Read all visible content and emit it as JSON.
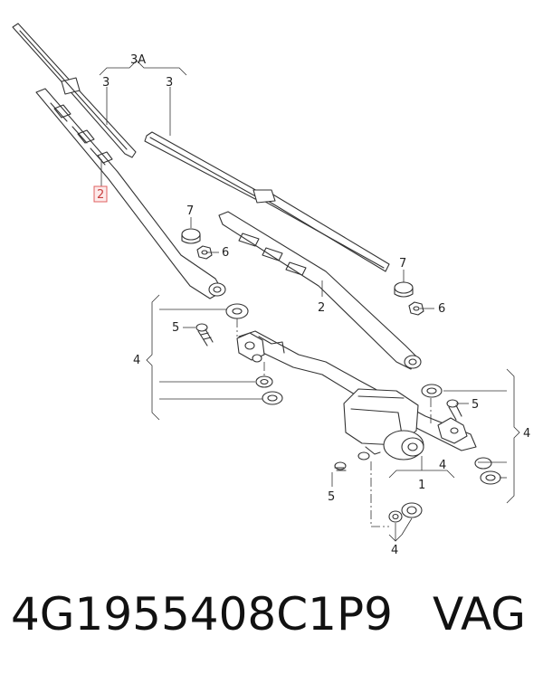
{
  "labels": {
    "group_3a": "3A",
    "blade_left": "3",
    "blade_right": "3",
    "arm_left": "2",
    "arm_right": "2",
    "cap_left": "7",
    "cap_right": "7",
    "nut_left": "6",
    "nut_right": "6",
    "bolt_left": "5",
    "bolt_right": "5",
    "bolt_bottom": "5",
    "bracket_left": "4",
    "bracket_right": "4",
    "bracket_center": "4",
    "bracket_bottom": "4",
    "motor": "1"
  },
  "footer": {
    "part_number": "4G1955408C1P9",
    "brand": "VAG"
  },
  "colors": {
    "line": "#333333",
    "highlight": "#e06060",
    "highlight_fill": "#fdeaea"
  }
}
